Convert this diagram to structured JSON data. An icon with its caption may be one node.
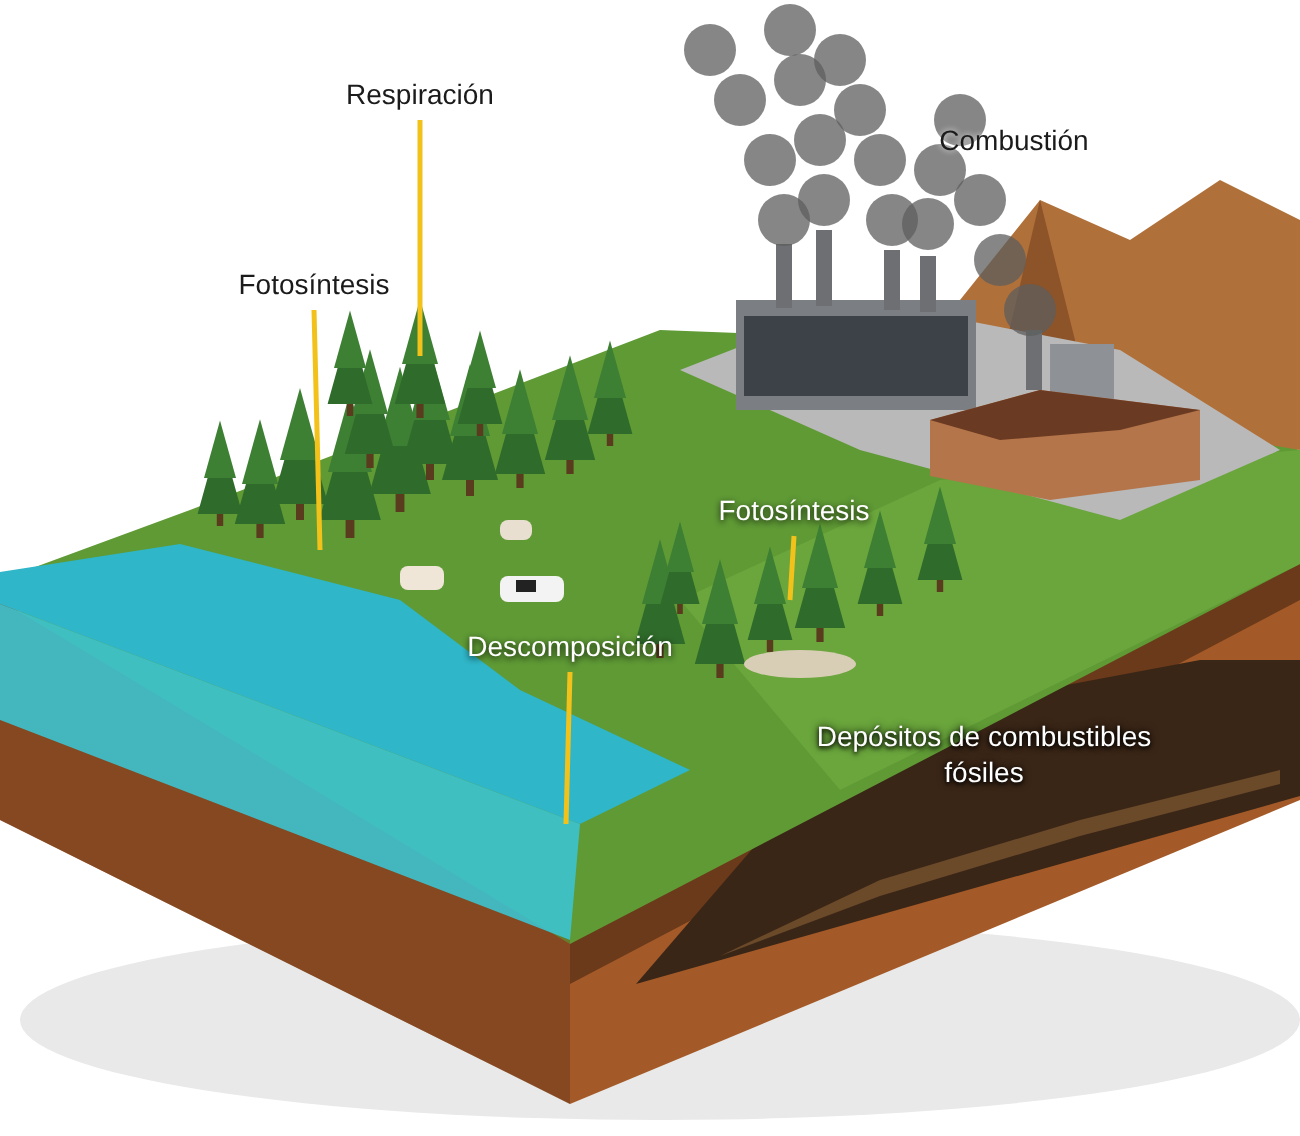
{
  "diagram": {
    "nodes": [
      {
        "text": [
          "Respiración"
        ]
      },
      {
        "text": [
          "Fotosíntesis"
        ]
      },
      {
        "text": [
          "Fotosíntesis"
        ]
      },
      {
        "text": [
          "Descomposición"
        ]
      }
    ],
    "edges": [
      {
        "from": 0,
        "to": null,
        "arrow": "none"
      },
      {
        "from": 1,
        "to": null,
        "arrow": "none"
      },
      {
        "from": 2,
        "to": null,
        "arrow": "none"
      },
      {
        "from": 3,
        "to": null,
        "arrow": "none"
      }
    ],
    "labels": [
      "Combustión",
      "Depósitos de combustibles fósiles"
    ]
  }
}
